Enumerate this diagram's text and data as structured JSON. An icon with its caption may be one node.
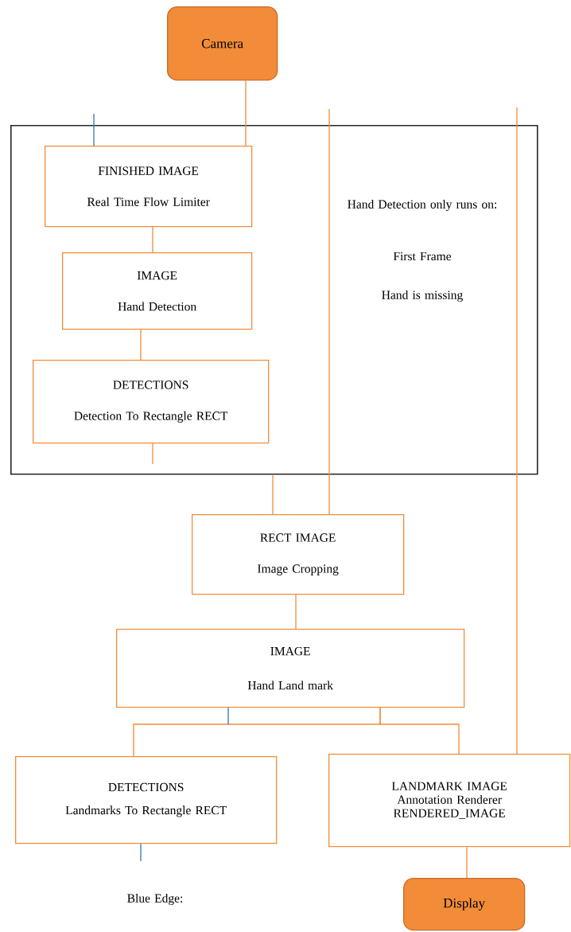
{
  "diagram": {
    "nodes": [
      {
        "text": [
          "Camera"
        ]
      },
      {
        "text": [],
        "shape": "box"
      },
      {
        "text": [
          "FINISHED IMAGE",
          "Real Time Flow Limiter"
        ],
        "in": 1
      },
      {
        "text": [
          "IMAGE",
          "Hand Detection"
        ],
        "in": 1
      },
      {
        "text": [
          "DETECTIONS",
          "Detection To Rectangle RECT"
        ],
        "in": 1
      },
      {
        "text": [
          "RECT IMAGE",
          "Image Cropping"
        ]
      },
      {
        "text": [
          "IMAGE",
          "Hand Land mark"
        ]
      },
      {
        "text": [
          "DETECTIONS",
          "Landmarks To Rectangle RECT"
        ]
      },
      {
        "text": [
          "LANDMARK IMAGE",
          "Annotation Renderer",
          "RENDERED_IMAGE"
        ]
      },
      {
        "text": [
          "Display"
        ]
      }
    ],
    "edges": [
      {
        "from": 0,
        "to": 2,
        "arrow": "none"
      },
      {
        "from": 2,
        "to": 3,
        "arrow": "none"
      },
      {
        "from": 3,
        "to": 4,
        "arrow": "none"
      },
      {
        "from": 4,
        "to": null,
        "arrow": "none"
      },
      {
        "from": 1,
        "to": 5,
        "arrow": "none"
      },
      {
        "from": null,
        "to": 5,
        "arrow": "none"
      },
      {
        "from": null,
        "to": 8,
        "arrow": "none"
      },
      {
        "from": 5,
        "to": 6,
        "arrow": "none"
      },
      {
        "from": 6,
        "to": 7,
        "arrow": "none"
      },
      {
        "from": 6,
        "to": 8,
        "arrow": "none"
      },
      {
        "from": 8,
        "to": 9,
        "arrow": "none"
      },
      {
        "from": null,
        "to": 2,
        "arrow": "none",
        "color": "#2e75b6"
      },
      {
        "from": 6,
        "to": null,
        "arrow": "none",
        "color": "#2e75b6"
      },
      {
        "from": 7,
        "to": null,
        "arrow": "none",
        "color": "#2e75b6"
      }
    ],
    "labels": [
      "Hand Detection only runs on:",
      "First Frame",
      "Hand is missing",
      "Blue Edge:"
    ]
  }
}
